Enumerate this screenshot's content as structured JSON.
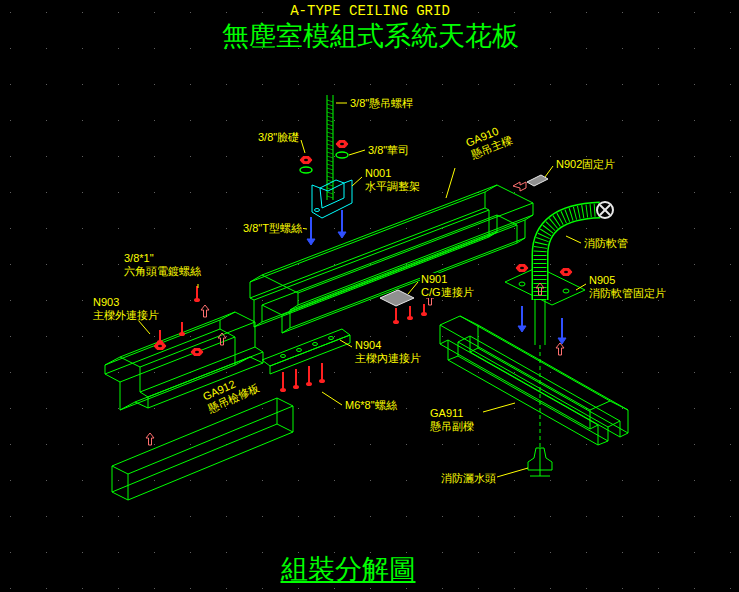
{
  "diagram": {
    "title": "無塵室模組式系統天花板",
    "caption": "組裝分解圖",
    "labels": [
      "A-TYPE CEILING GRID",
      "3/8\"懸吊螺桿",
      "3/8\"臉礎",
      "3/8\"華司",
      "GA910 懸吊主樑",
      "N902固定片",
      "N001 水平調整架",
      "3/8\"T型螺絲",
      "3/8*1\" 六角頭電鍍螺絲",
      "消防軟管",
      "N901 C/G連接片",
      "N905 消防軟管固定片",
      "N903 主樑外連接片",
      "N904 主樑內連接片",
      "GA912 懸吊檢修板",
      "M6*8\"螺絲",
      "GA911 懸吊副樑",
      "消防灑水頭"
    ]
  }
}
